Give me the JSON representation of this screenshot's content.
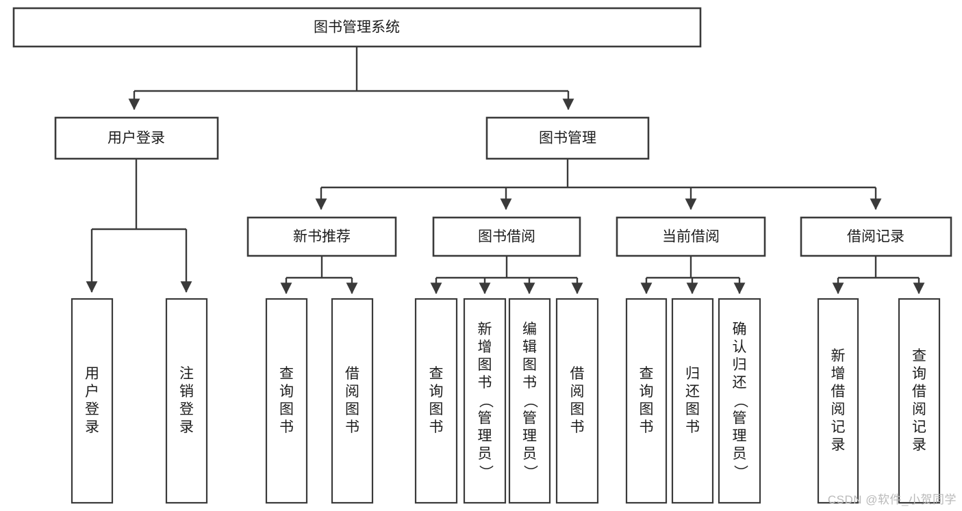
{
  "diagram": {
    "type": "tree",
    "title_node": {
      "label": "图书管理系统"
    },
    "level1": [
      {
        "id": "user-login",
        "label": "用户登录"
      },
      {
        "id": "book-management",
        "label": "图书管理"
      }
    ],
    "level2": [
      {
        "id": "new-book-recommend",
        "label": "新书推荐",
        "parent": "book-management"
      },
      {
        "id": "book-borrow",
        "label": "图书借阅",
        "parent": "book-management"
      },
      {
        "id": "current-borrow",
        "label": "当前借阅",
        "parent": "book-management"
      },
      {
        "id": "borrow-record",
        "label": "借阅记录",
        "parent": "book-management"
      }
    ],
    "leaves": {
      "user_login": [
        {
          "id": "leaf-user-login",
          "label": "用户登录"
        },
        {
          "id": "leaf-logout-login",
          "label": "注销登录"
        }
      ],
      "new_book_recommend": [
        {
          "id": "leaf-query-book-1",
          "label": "查询图书"
        },
        {
          "id": "leaf-borrow-book-1",
          "label": "借阅图书"
        }
      ],
      "book_borrow": [
        {
          "id": "leaf-query-book-2",
          "label": "查询图书"
        },
        {
          "id": "leaf-add-book",
          "label": "新增图书（管理员）"
        },
        {
          "id": "leaf-edit-book",
          "label": "编辑图书（管理员）"
        },
        {
          "id": "leaf-borrow-book-2",
          "label": "借阅图书"
        }
      ],
      "current_borrow": [
        {
          "id": "leaf-query-book-3",
          "label": "查询图书"
        },
        {
          "id": "leaf-return-book",
          "label": "归还图书"
        },
        {
          "id": "leaf-confirm-return",
          "label": "确认归还（管理员）"
        }
      ],
      "borrow_record": [
        {
          "id": "leaf-add-record",
          "label": "新增借阅记录"
        },
        {
          "id": "leaf-query-record",
          "label": "查询借阅记录"
        }
      ]
    },
    "colors": {
      "box_stroke": "#3a3a3a",
      "box_fill": "#ffffff",
      "connector": "#3a3a3a",
      "text": "#1c1c1c",
      "background": "#ffffff",
      "watermark": "#b9b9b9"
    }
  },
  "watermark": {
    "text": "CSDN @软件_小贺同学"
  }
}
